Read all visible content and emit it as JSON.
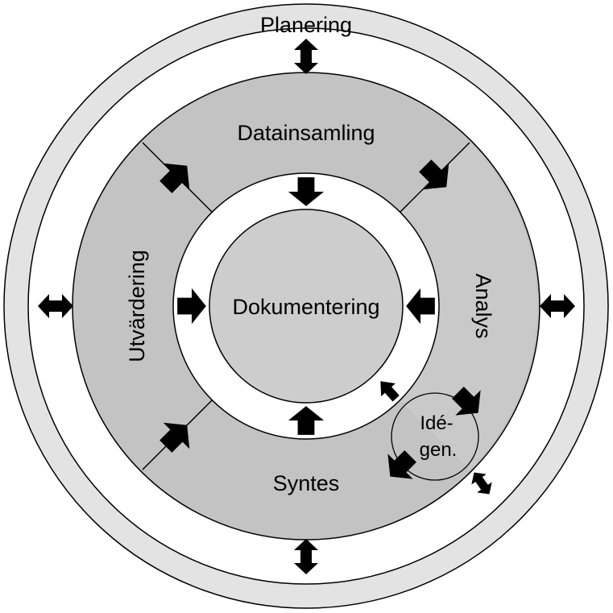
{
  "diagram": {
    "labels": {
      "outer": "Planering",
      "top": "Datainsamling",
      "right": "Analys",
      "bottom": "Syntes",
      "left": "Utvärdering",
      "center": "Dokumentering",
      "idea_line1": "Idé-",
      "idea_line2": "gen."
    },
    "colors": {
      "outer_ring": "#e3e3e3",
      "outer_gap": "#ffffff",
      "process_ring": "#c3c3c3",
      "analys_segment": "#c9c9c9",
      "inner_gap": "#ffffff",
      "center": "#cdcdcd",
      "arrow_fill": "#ffffff",
      "stroke": "#000000"
    }
  }
}
